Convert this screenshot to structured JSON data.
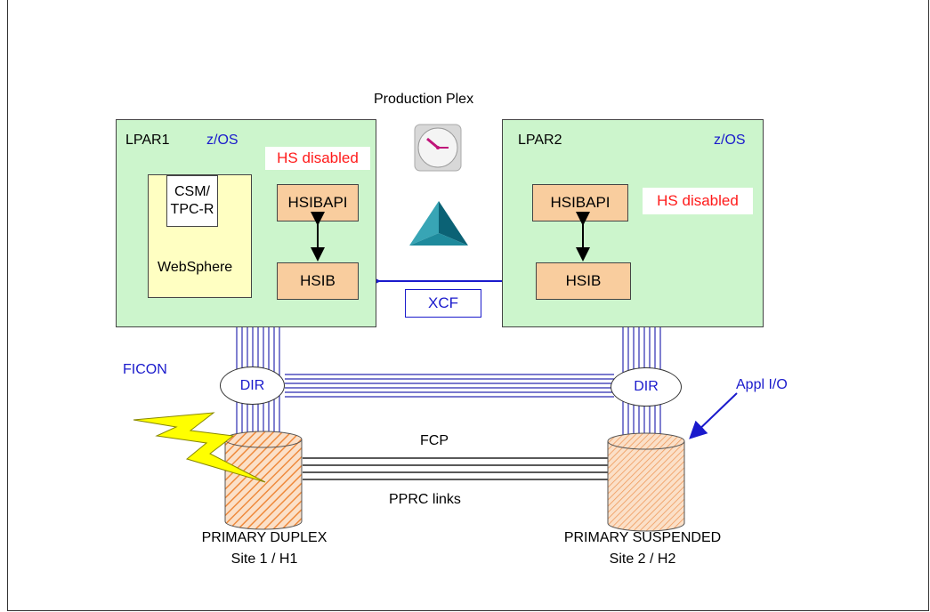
{
  "title": "Production Plex",
  "lpar1": {
    "name": "LPAR1",
    "os": "z/OS",
    "hs_status": "HS disabled",
    "websphere": "WebSphere",
    "csm_line1": "CSM/",
    "csm_line2": "TPC-R",
    "hsibapi": "HSIBAPI",
    "hsib": "HSIB"
  },
  "lpar2": {
    "name": "LPAR2",
    "os": "z/OS",
    "hs_status": "HS disabled",
    "hsibapi": "HSIBAPI",
    "hsib": "HSIB"
  },
  "xcf": "XCF",
  "ficon": "FICON",
  "dir_left": "DIR",
  "dir_right": "DIR",
  "appl_io": "Appl I/O",
  "fcp": "FCP",
  "pprc": "PPRC links",
  "site1": {
    "status": "PRIMARY DUPLEX",
    "label": "Site 1 / H1"
  },
  "site2": {
    "status": "PRIMARY SUSPENDED",
    "label": "Site 2 / H2"
  },
  "colors": {
    "lpar_fill": "#ccf5cc",
    "box_fill": "#f9cd9e",
    "link_blue": "#1a1acc",
    "alert_red": "#ff1a1a"
  }
}
